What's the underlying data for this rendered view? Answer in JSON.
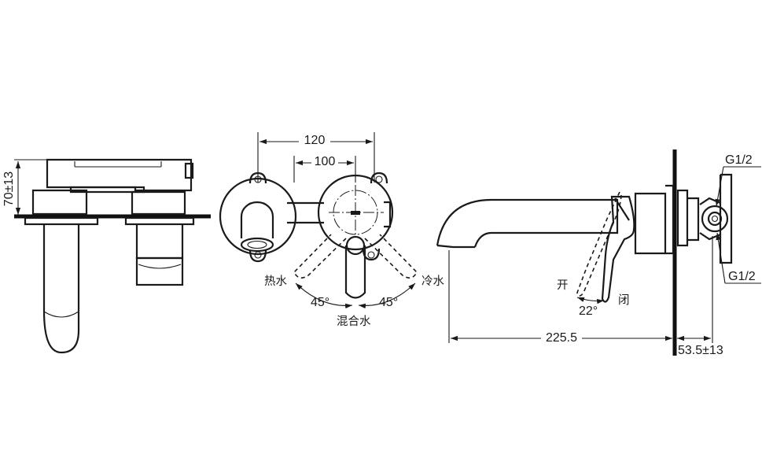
{
  "dimensions": {
    "side_height": "70±13",
    "plate_width": "120",
    "hole_spacing": "100",
    "spout_length": "225.5",
    "wall_depth": "53.5±13",
    "thread_top": "G1/2",
    "thread_bottom": "G1/2",
    "angle_left": "45°",
    "angle_right": "45°",
    "angle_open": "22°"
  },
  "labels": {
    "hot": "热水",
    "cold": "冷水",
    "mixed": "混合水",
    "open": "开",
    "close": "闭"
  },
  "colors": {
    "line": "#1a1a1a",
    "background": "#ffffff"
  }
}
